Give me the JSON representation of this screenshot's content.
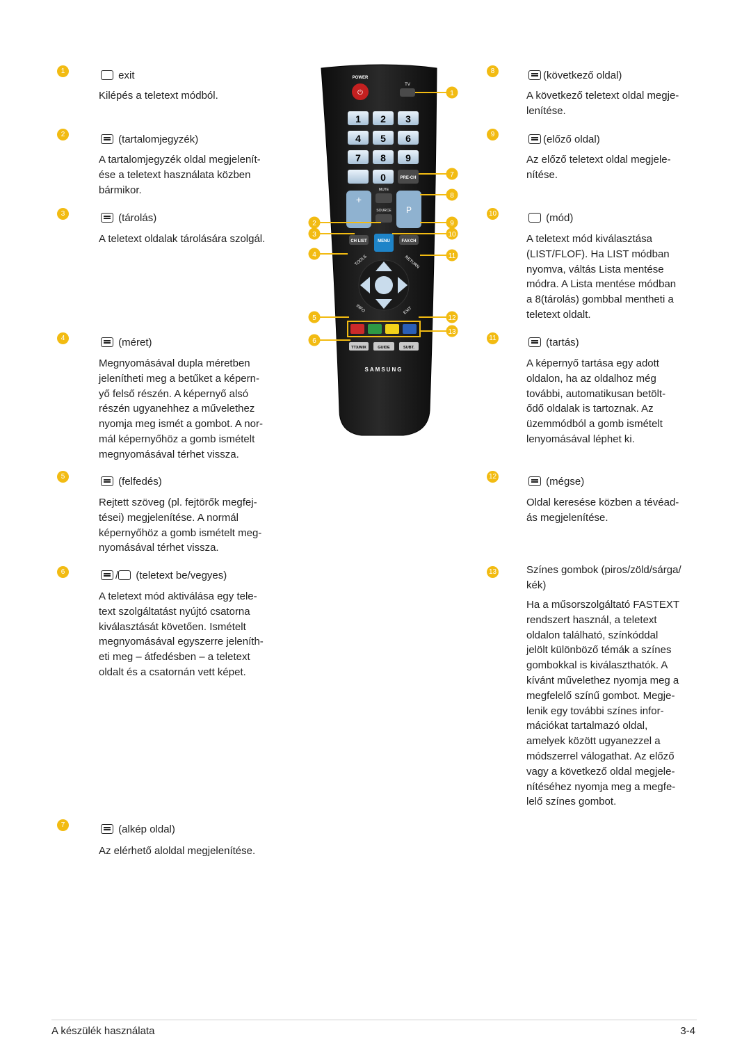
{
  "left_entries": [
    {
      "num": "1",
      "label": "exit",
      "text": "Kilépés a teletext módból."
    },
    {
      "num": "2",
      "label": "(tartalomjegyzék)",
      "text": "A tartalomjegyzék oldal megjelenít-\nése a teletext használata közben\nbármikor."
    },
    {
      "num": "3",
      "label": "(tárolás)",
      "text": "A teletext oldalak tárolására szolgál."
    },
    {
      "num": "4",
      "label": "(méret)",
      "text": "Megnyomásával dupla méretben\njelenítheti meg a betűket a képern-\nyő felső részén. A képernyő alsó\nrészén ugyanehhez a művelethez\nnyomja meg ismét a gombot. A nor-\nmál képernyőhöz a gomb ismételt\nmegnyomásával térhet vissza."
    },
    {
      "num": "5",
      "label": "(felfedés)",
      "text": "Rejtett szöveg (pl. fejtörők megfej-\ntései) megjelenítése. A normál\nképernyőhöz a gomb ismételt meg-\nnyomásával térhet vissza."
    },
    {
      "num": "6",
      "label": "(teletext be/vegyes)",
      "text": "A teletext mód aktiválása egy tele-\ntext szolgáltatást nyújtó csatorna\nkiválasztását követően. Ismételt\nmegnyomásával egyszerre jeleníth-\neti meg – átfedésben – a teletext\noldalt és a csatornán vett képet."
    },
    {
      "num": "7",
      "label": "(alkép oldal)",
      "text": "Az elérhető aloldal megjelenítése."
    }
  ],
  "right_entries": [
    {
      "num": "8",
      "label": "(következő oldal)",
      "text": "A következő teletext oldal megje-\nlenítése."
    },
    {
      "num": "9",
      "label": "(előző oldal)",
      "text": "Az előző teletext oldal megjele-\nnítése."
    },
    {
      "num": "10",
      "label": "(mód)",
      "text": "A teletext mód kiválasztása\n(LIST/FLOF). Ha LIST módban\nnyomva, váltás Lista mentése\nmódra. A Lista mentése módban\na 8(tárolás) gombbal mentheti a\nteletext oldalt."
    },
    {
      "num": "11",
      "label": "(tartás)",
      "text": "A képernyő tartása egy adott\noldalon, ha az oldalhoz még\ntovábbi, automatikusan betölt-\nődő oldalak is tartoznak. Az\nüzemmódból a gomb ismételt\nlenyomásával léphet ki."
    },
    {
      "num": "12",
      "label": "(mégse)",
      "text": "Oldal keresése közben a tévéad-\nás megjelenítése."
    },
    {
      "num": "13",
      "label": "Színes gombok (piros/zöld/sárga/\nkék)",
      "text": "Ha a műsorszolgáltató FASTEXT\nrendszert használ, a teletext\noldalon található, színkóddal\njelölt különböző témák a színes\ngombokkal is kiválaszthatók. A\nkívánt művelethez nyomja meg a\nmegfelelő színű gombot. Megje-\nlenik egy további színes infor-\nmációkat tartalmazó oldal,\namelyek között ugyanezzel a\nmódszerrel válogathat. Az előző\nvagy a következő oldal megjele-\nnítéséhez nyomja meg a megfe-\nlelő színes gombot."
    }
  ],
  "remote": {
    "power": "POWER",
    "tv": "TV",
    "digits": [
      "1",
      "2",
      "3",
      "4",
      "5",
      "6",
      "7",
      "8",
      "9"
    ],
    "zero": "0",
    "prech": "PRE-CH",
    "mute": "MUTE",
    "source": "SOURCE",
    "p": "P",
    "chlist": "CH LIST",
    "menu": "MENU",
    "favch": "FAV.CH",
    "tools": "TOOLS",
    "return": "RETURN",
    "info": "INFO",
    "exit": "EXIT",
    "ttxmix": "TTX/MIX",
    "guide": "GUIDE",
    "subt": "SUBT.",
    "brand": "SAMSUNG",
    "callouts": [
      "1",
      "2",
      "3",
      "4",
      "5",
      "6",
      "7",
      "8",
      "9",
      "10",
      "11",
      "12",
      "13"
    ]
  },
  "colors": {
    "accent": "#f2bb12",
    "red": "#cc2a2a",
    "green": "#2e9a45",
    "yellow": "#f2d21a",
    "blue": "#2a5fb8"
  },
  "footer": {
    "section": "A készülék használata",
    "page": "3-4"
  }
}
